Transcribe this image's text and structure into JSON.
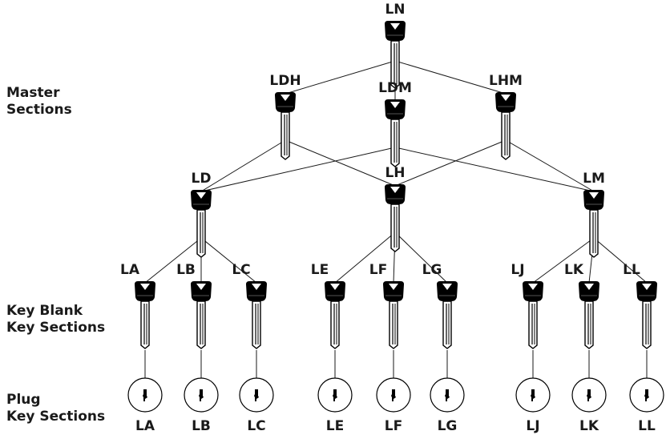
{
  "row_labels": {
    "master": "Master\nSections",
    "key_blank": "Key Blank\nKey Sections",
    "plug": "Plug\nKey Sections"
  },
  "master_keys": {
    "top": "LN",
    "level2": [
      "LDH",
      "LDM",
      "LHM"
    ],
    "level3": [
      "LD",
      "LH",
      "LM"
    ]
  },
  "blank_keys": [
    "LA",
    "LB",
    "LC",
    "LE",
    "LF",
    "LG",
    "LJ",
    "LK",
    "LL"
  ],
  "plug_keys": [
    "LA",
    "LB",
    "LC",
    "LE",
    "LF",
    "LG",
    "LJ",
    "LK",
    "LL"
  ],
  "connections": [
    [
      "LN",
      "LDH"
    ],
    [
      "LN",
      "LDM"
    ],
    [
      "LN",
      "LHM"
    ],
    [
      "LDH",
      "LD"
    ],
    [
      "LDH",
      "LH"
    ],
    [
      "LDM",
      "LD"
    ],
    [
      "LDM",
      "LM"
    ],
    [
      "LHM",
      "LH"
    ],
    [
      "LHM",
      "LM"
    ],
    [
      "LD",
      "LA"
    ],
    [
      "LD",
      "LB"
    ],
    [
      "LD",
      "LC"
    ],
    [
      "LH",
      "LE"
    ],
    [
      "LH",
      "LF"
    ],
    [
      "LH",
      "LG"
    ],
    [
      "LM",
      "LJ"
    ],
    [
      "LM",
      "LK"
    ],
    [
      "LM",
      "LL"
    ]
  ],
  "colors": {
    "key_fill": "#000000",
    "line": "#1a1a1a",
    "text": "#1a1a1a"
  }
}
